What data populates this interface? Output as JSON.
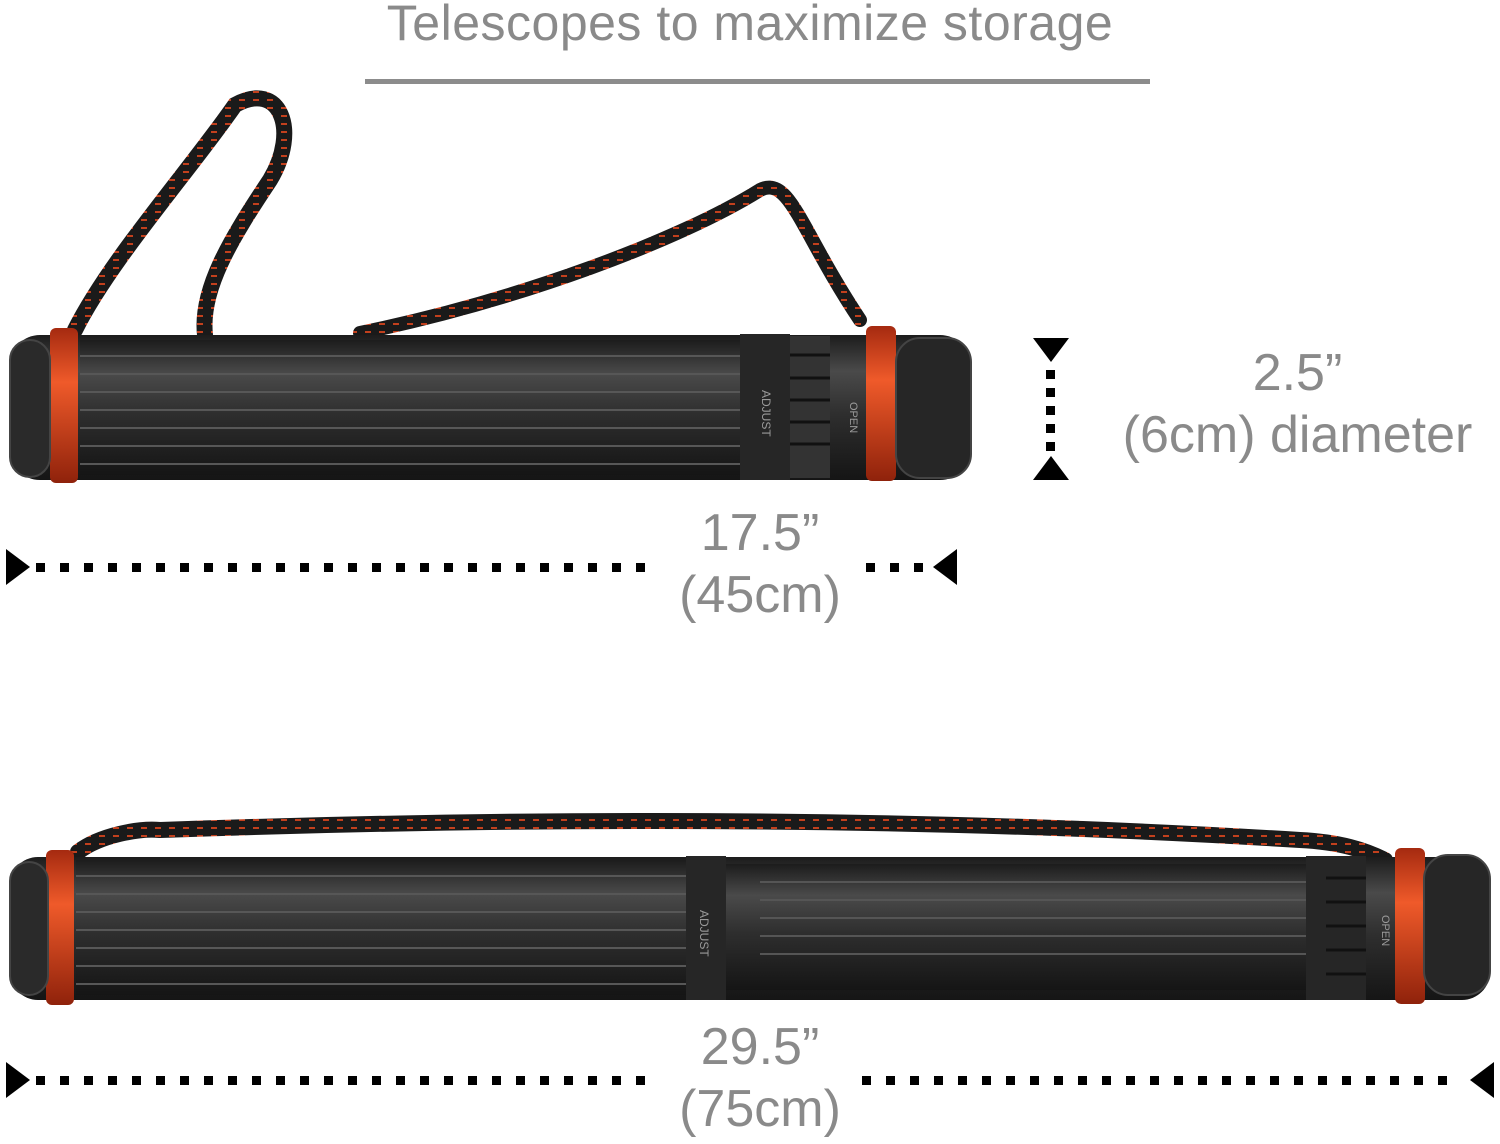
{
  "header": {
    "title": "Telescopes to maximize storage"
  },
  "diameter": {
    "value": "2.5”",
    "metric": "(6cm) diameter"
  },
  "closed_length": {
    "value": "17.5”",
    "metric": "(45cm)"
  },
  "extended_length": {
    "value": "29.5”",
    "metric": "(75cm)"
  },
  "tube_markings": {
    "adjust": "ADJUST",
    "open": "OPEN"
  },
  "colors": {
    "text": "#8a8a8a",
    "tube": "#2b2b2b",
    "band": "#e0451f",
    "strap": "#1a1a1a"
  }
}
